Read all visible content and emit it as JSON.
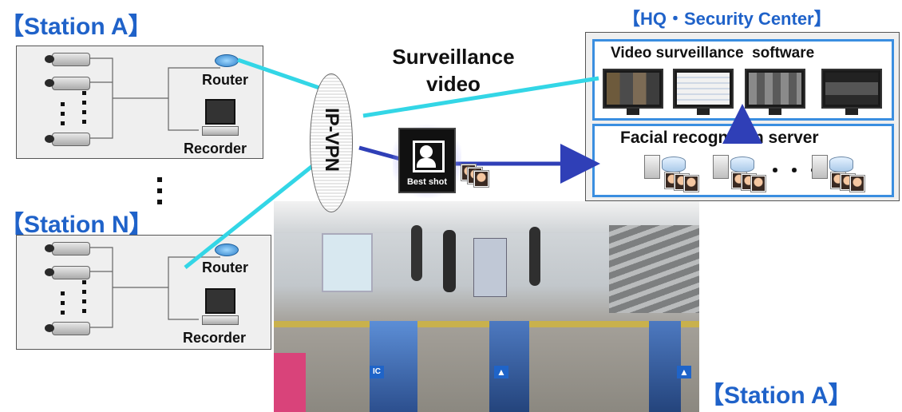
{
  "station_a_top": {
    "title": "【Station A】",
    "router_label": "Router",
    "recorder_label": "Recorder"
  },
  "station_n": {
    "title": "【Station N】",
    "router_label": "Router",
    "recorder_label": "Recorder"
  },
  "network": {
    "ipvpn_label": "IP-VPN",
    "surveillance_video_label": "Surveillance video",
    "best_shot_label": "Best shot"
  },
  "hq": {
    "title": "【HQ・Security Center】",
    "software_label": "Video surveillance  software",
    "server_label": "Facial recognition server",
    "server_ellipsis": "・・・"
  },
  "photo": {
    "caption": "【Station A】",
    "gate_icon_ic": "IC"
  },
  "colors": {
    "title_blue": "#1f62c9",
    "cyan_link": "#33d6e6",
    "blue_link": "#2f3fb7",
    "hq_border": "#3a8ee0"
  }
}
